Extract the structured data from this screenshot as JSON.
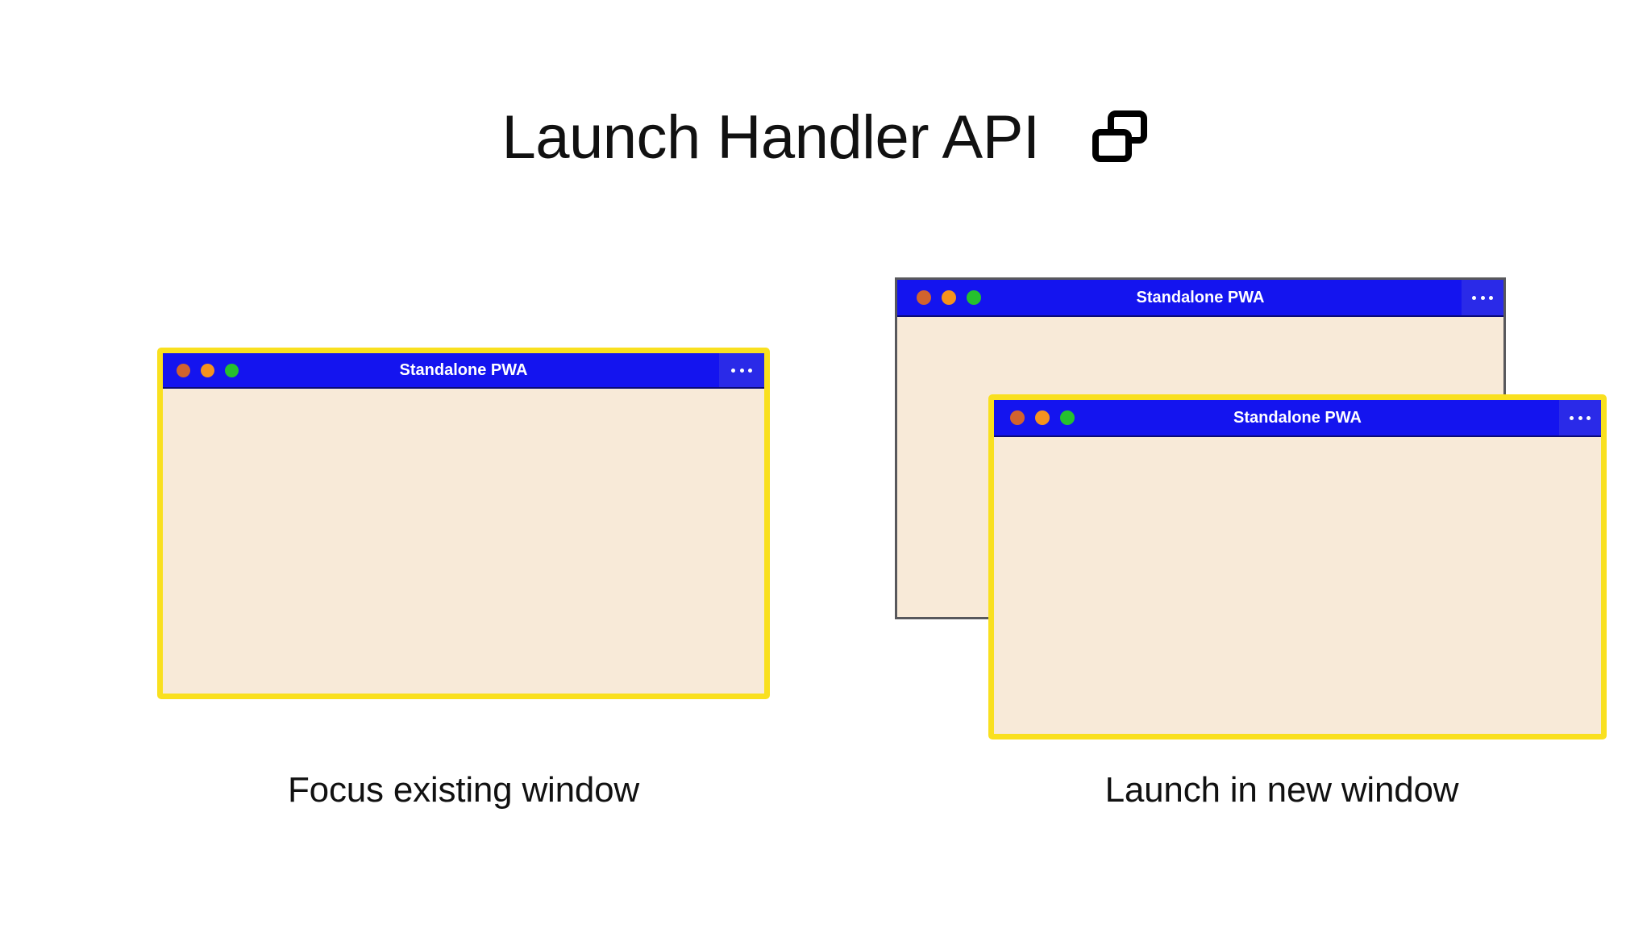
{
  "page": {
    "background_color": "#ffffff"
  },
  "header": {
    "title": "Launch Handler API",
    "icon": "window-stack-icon"
  },
  "colors": {
    "titlebar_blue": "#1414ef",
    "menu_blue": "#2a2ae8",
    "window_body_cream": "#f8ead8",
    "highlight_yellow": "#f9e01f",
    "plain_border_gray": "#58585c",
    "dot_close": "#d1632e",
    "dot_minimize": "#f5921e",
    "dot_maximize": "#25c02e",
    "text_black": "#111111",
    "titlebar_text": "#ffffff"
  },
  "scenarios": [
    {
      "id": "focus-existing-window",
      "caption": "Focus existing window",
      "windows": [
        {
          "id": "window-left",
          "title": "Standalone PWA",
          "highlighted": true,
          "menu_label": "•••",
          "traffic_lights": [
            "close-dot",
            "minimize-dot",
            "maximize-dot"
          ]
        }
      ]
    },
    {
      "id": "launch-in-new-window",
      "caption": "Launch in new window",
      "windows": [
        {
          "id": "window-right-back",
          "title": "Standalone PWA",
          "highlighted": false,
          "menu_label": "•••",
          "traffic_lights": [
            "close-dot",
            "minimize-dot",
            "maximize-dot"
          ]
        },
        {
          "id": "window-right-front",
          "title": "Standalone PWA",
          "highlighted": true,
          "menu_label": "•••",
          "traffic_lights": [
            "close-dot",
            "minimize-dot",
            "maximize-dot"
          ]
        }
      ]
    }
  ]
}
